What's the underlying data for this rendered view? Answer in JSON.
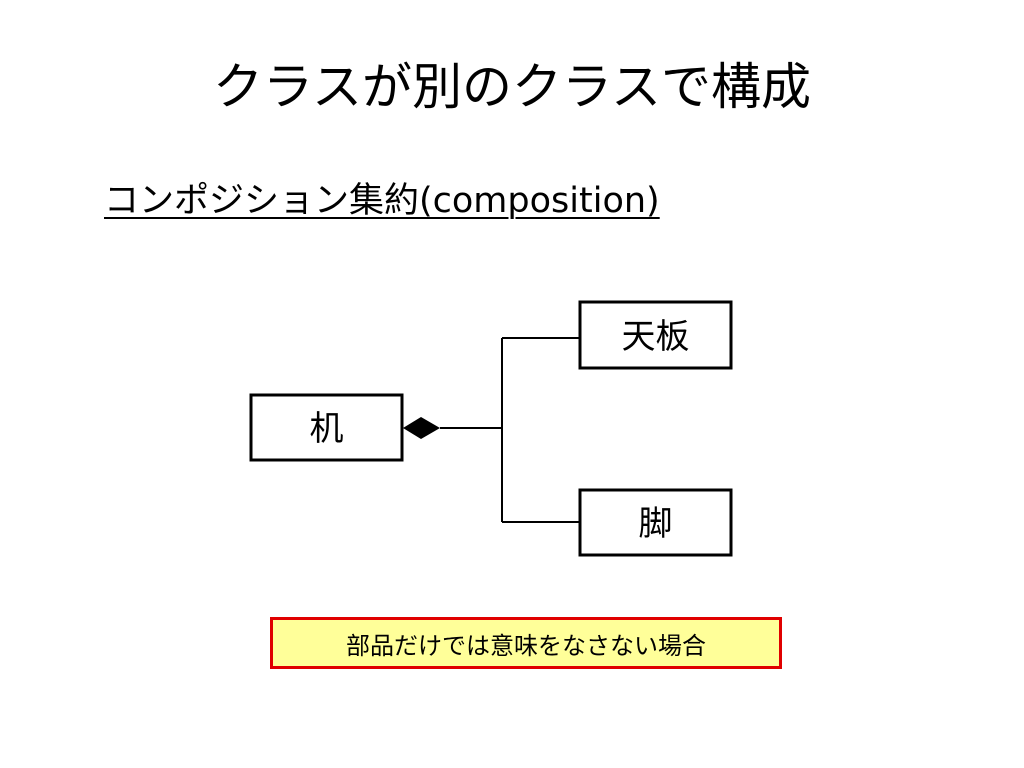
{
  "slide": {
    "title": "クラスが別のクラスで構成",
    "subtitle": "コンポジション集約(composition)"
  },
  "diagram": {
    "whole_class": "机",
    "part_classes": [
      "天板",
      "脚"
    ],
    "relationship": "composition",
    "arrowhead": "filled-diamond-icon"
  },
  "note": {
    "text": "部品だけでは意味をなさない場合",
    "border_color": "#e00000",
    "background_color": "#ffff99"
  }
}
